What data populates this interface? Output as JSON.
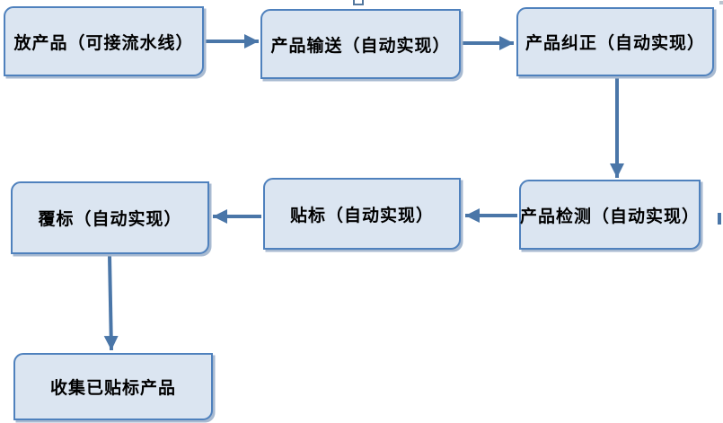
{
  "diagram": {
    "type": "flowchart",
    "description": "Labeling machine process flow",
    "nodes": [
      {
        "id": "place-product",
        "label": "放产品（可接流水线）"
      },
      {
        "id": "convey-product",
        "label": "产品输送（自动实现）"
      },
      {
        "id": "correct-product",
        "label": "产品纠正（自动实现）"
      },
      {
        "id": "detect-product",
        "label": "产品检测（自动实现）"
      },
      {
        "id": "apply-label",
        "label": "贴标（自动实现）"
      },
      {
        "id": "cover-label",
        "label": "覆标（自动实现）"
      },
      {
        "id": "collect-product",
        "label": "收集已贴标产品"
      }
    ],
    "edges": [
      {
        "from": "place-product",
        "to": "convey-product",
        "direction": "right"
      },
      {
        "from": "convey-product",
        "to": "correct-product",
        "direction": "right"
      },
      {
        "from": "correct-product",
        "to": "detect-product",
        "direction": "down"
      },
      {
        "from": "detect-product",
        "to": "apply-label",
        "direction": "left"
      },
      {
        "from": "apply-label",
        "to": "cover-label",
        "direction": "left"
      },
      {
        "from": "cover-label",
        "to": "collect-product",
        "direction": "down"
      }
    ]
  },
  "colors": {
    "background": "#ffffff",
    "node_fill": "#dbe5f1",
    "node_border": "#4f81bd",
    "arrow": "#4a76a8",
    "shadow": "#a8bad1",
    "text": "#000000",
    "handle": "#54789f"
  }
}
